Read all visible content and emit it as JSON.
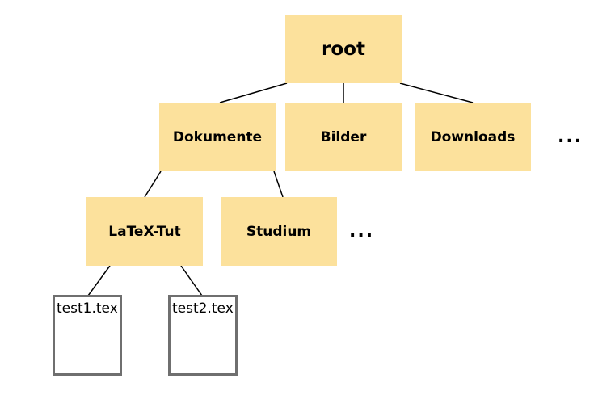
{
  "nodes": {
    "root": {
      "label": "root",
      "type": "folder"
    },
    "dokumente": {
      "label": "Dokumente",
      "type": "folder"
    },
    "bilder": {
      "label": "Bilder",
      "type": "folder"
    },
    "downloads": {
      "label": "Downloads",
      "type": "folder"
    },
    "latex_tut": {
      "label": "LaTeX-Tut",
      "type": "folder"
    },
    "studium": {
      "label": "Studium",
      "type": "folder"
    },
    "test1": {
      "label": "test1.tex",
      "type": "file"
    },
    "test2": {
      "label": "test2.tex",
      "type": "file"
    },
    "more_level1": {
      "label": "..."
    },
    "more_level2": {
      "label": "..."
    }
  },
  "edges": [
    {
      "from": "root",
      "to": "dokumente"
    },
    {
      "from": "root",
      "to": "bilder"
    },
    {
      "from": "root",
      "to": "downloads"
    },
    {
      "from": "dokumente",
      "to": "latex_tut"
    },
    {
      "from": "dokumente",
      "to": "studium"
    },
    {
      "from": "latex_tut",
      "to": "test1"
    },
    {
      "from": "latex_tut",
      "to": "test2"
    }
  ],
  "colors": {
    "folder_fill": "#FCE19C",
    "file_fill": "#FFFFFF",
    "file_border": "#6F6F6F",
    "edge_line": "#000000",
    "label_text": "#000000",
    "background": "#FFFFFF"
  }
}
